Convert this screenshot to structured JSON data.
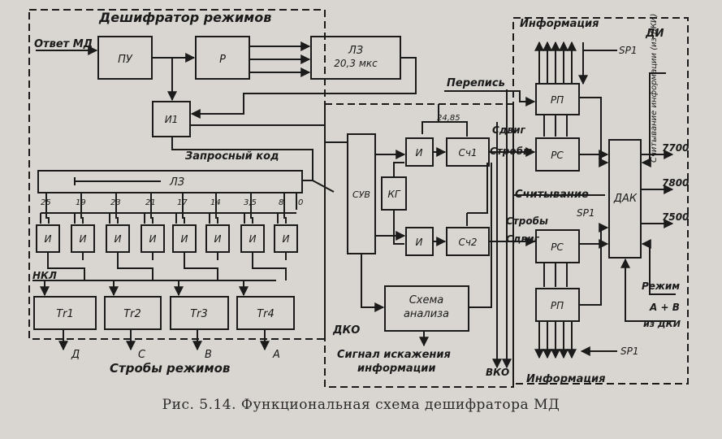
{
  "region_titles": {
    "decoder": "Дешифратор режимов",
    "dko": "ДКО",
    "di": "ДИ"
  },
  "block_labels": {
    "pu": "ПУ",
    "p": "Р",
    "lz_top_1": "ЛЗ",
    "lz_top_2": "20,3 мкс",
    "i1": "И1",
    "lz_long": "ЛЗ",
    "and": "И",
    "suv": "СУВ",
    "kg": "КГ",
    "and_upper": "И",
    "and_lower": "И",
    "sch1": "Сч1",
    "sch2": "Сч2",
    "analysis_1": "Схема",
    "analysis_2": "анализа",
    "rp": "РП",
    "rs": "РС",
    "dak": "ДАК",
    "tr1": "Тr1",
    "tr2": "Тr2",
    "tr3": "Тr3",
    "tr4": "Тr4"
  },
  "tap_labels": [
    "25",
    "19",
    "23",
    "21",
    "17",
    "14",
    "3,5",
    "8",
    "0"
  ],
  "signal_labels": {
    "otvet_md": "Ответ МД",
    "zaprosny_kod": "Запросный код",
    "nkl": "НКЛ",
    "d": "Д",
    "c": "С",
    "b": "В",
    "a": "А",
    "stroby_rezhimov": "Стробы режимов",
    "perepis": "Перепись",
    "freq": "24,85",
    "sdvig": "Сдвиг",
    "stroby": "Стробы",
    "schityvanie": "Считывание",
    "stroby2": "Стробы",
    "sdvig2": "Сдвиг",
    "sp1_top": "SP1",
    "sp1_mid": "SP1",
    "sp1_bot": "SP1",
    "informatsiya_top": "Информация",
    "informatsiya_bot": "Информация",
    "schityvanie_vert": "Считывание информации (из ДКИ)",
    "out_7700": "7700",
    "out_7800": "7800",
    "out_7500": "7500",
    "rezhim_1": "Режим",
    "rezhim_2": "А + В",
    "rezhim_3": "из ДКИ",
    "signal_iskazheniya_1": "Сигнал искажения",
    "signal_iskazheniya_2": "информации",
    "vko": "ВКО"
  },
  "caption": "Рис. 5.14. Функциональная схема дешифратора МД"
}
